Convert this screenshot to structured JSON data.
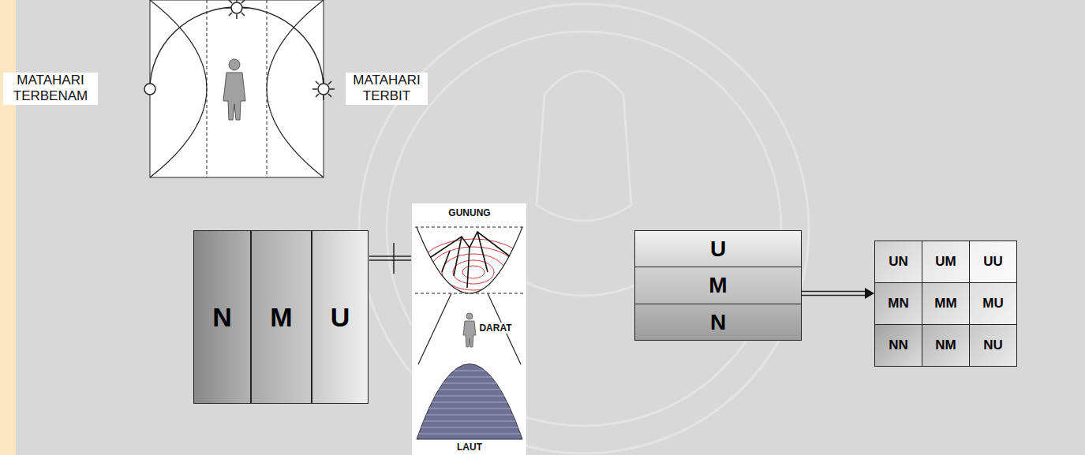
{
  "diagram": {
    "nodes": [
      {
        "text": [
          "N"
        ]
      },
      {
        "text": [
          "M"
        ]
      },
      {
        "text": [
          "U"
        ]
      },
      {
        "text": [
          "U"
        ]
      },
      {
        "text": [
          "M"
        ]
      },
      {
        "text": [
          "N"
        ]
      },
      {
        "text": [
          "UN"
        ]
      },
      {
        "text": [
          "UM"
        ]
      },
      {
        "text": [
          "UU"
        ]
      },
      {
        "text": [
          "MN"
        ]
      },
      {
        "text": [
          "MM"
        ]
      },
      {
        "text": [
          "MU"
        ]
      },
      {
        "text": [
          "NN"
        ]
      },
      {
        "text": [
          "NM"
        ]
      },
      {
        "text": [
          "NU"
        ]
      }
    ],
    "edges": [
      {
        "from": 4,
        "to": 9,
        "arrow": "to"
      }
    ],
    "labels": [
      "MATAHARI TERBENAM",
      "MATAHARI TERBIT",
      "GUNUNG",
      "DARAT",
      "LAUT"
    ]
  }
}
